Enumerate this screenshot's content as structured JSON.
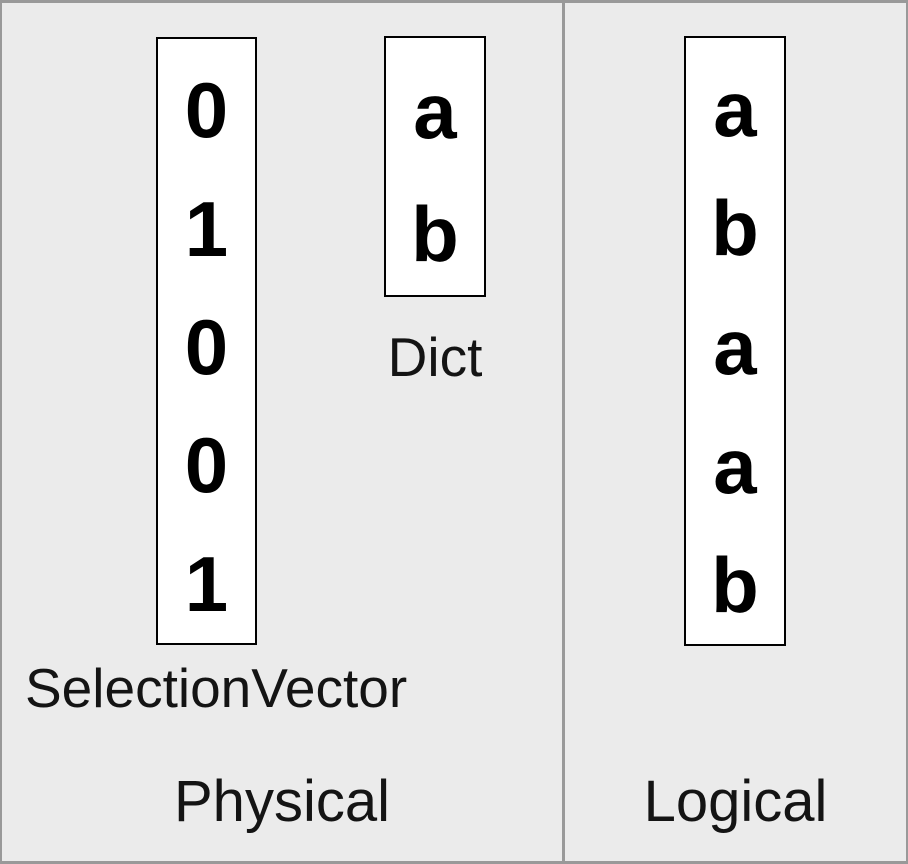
{
  "diagram": {
    "physical_panel": {
      "caption": "Physical",
      "selection_vector": {
        "label": "SelectionVector",
        "values": [
          "0",
          "1",
          "0",
          "0",
          "1"
        ]
      },
      "dict": {
        "label": "Dict",
        "values": [
          "a",
          "b"
        ]
      }
    },
    "logical_panel": {
      "caption": "Logical",
      "column": {
        "values": [
          "a",
          "b",
          "a",
          "a",
          "b"
        ]
      }
    }
  },
  "colors": {
    "background": "#ebebeb",
    "frame_border": "#999999",
    "box_background": "#ffffff",
    "box_border": "#000000",
    "text": "#000000"
  }
}
